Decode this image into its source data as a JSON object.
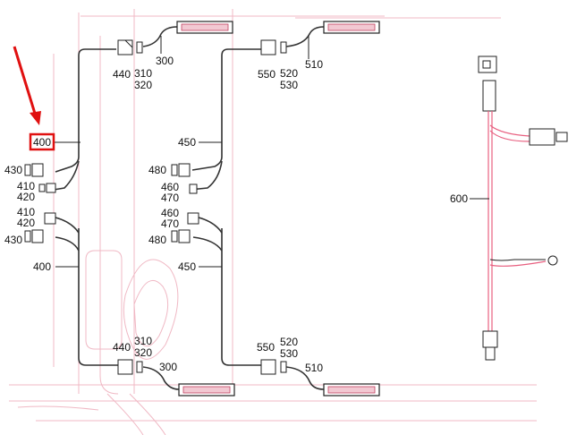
{
  "diagram": {
    "highlight": {
      "label": "400",
      "color": "#e01010"
    },
    "colors": {
      "harness": "#333333",
      "accent": "#e86080",
      "background_lines": "#f0b8c4"
    },
    "left_harness": {
      "top": {
        "main_label": "400",
        "connector_440": "440",
        "connector_310": "310",
        "connector_320": "320",
        "lamp_300": "300",
        "connector_430": "430",
        "connector_410": "410",
        "connector_420": "420"
      },
      "bottom": {
        "connector_410": "410",
        "connector_420": "420",
        "connector_430": "430",
        "main_label": "400",
        "connector_440": "440",
        "connector_310": "310",
        "connector_320": "320",
        "lamp_300": "300"
      }
    },
    "right_harness": {
      "top": {
        "connector_550": "550",
        "connector_520": "520",
        "connector_530": "530",
        "lamp_510": "510",
        "main_label": "450",
        "connector_480": "480",
        "connector_460": "460",
        "connector_470": "470"
      },
      "bottom": {
        "connector_460": "460",
        "connector_470": "470",
        "connector_480": "480",
        "main_label": "450",
        "connector_550": "550",
        "connector_520": "520",
        "connector_530": "530",
        "lamp_510": "510"
      }
    },
    "adapter": {
      "label": "600"
    }
  }
}
